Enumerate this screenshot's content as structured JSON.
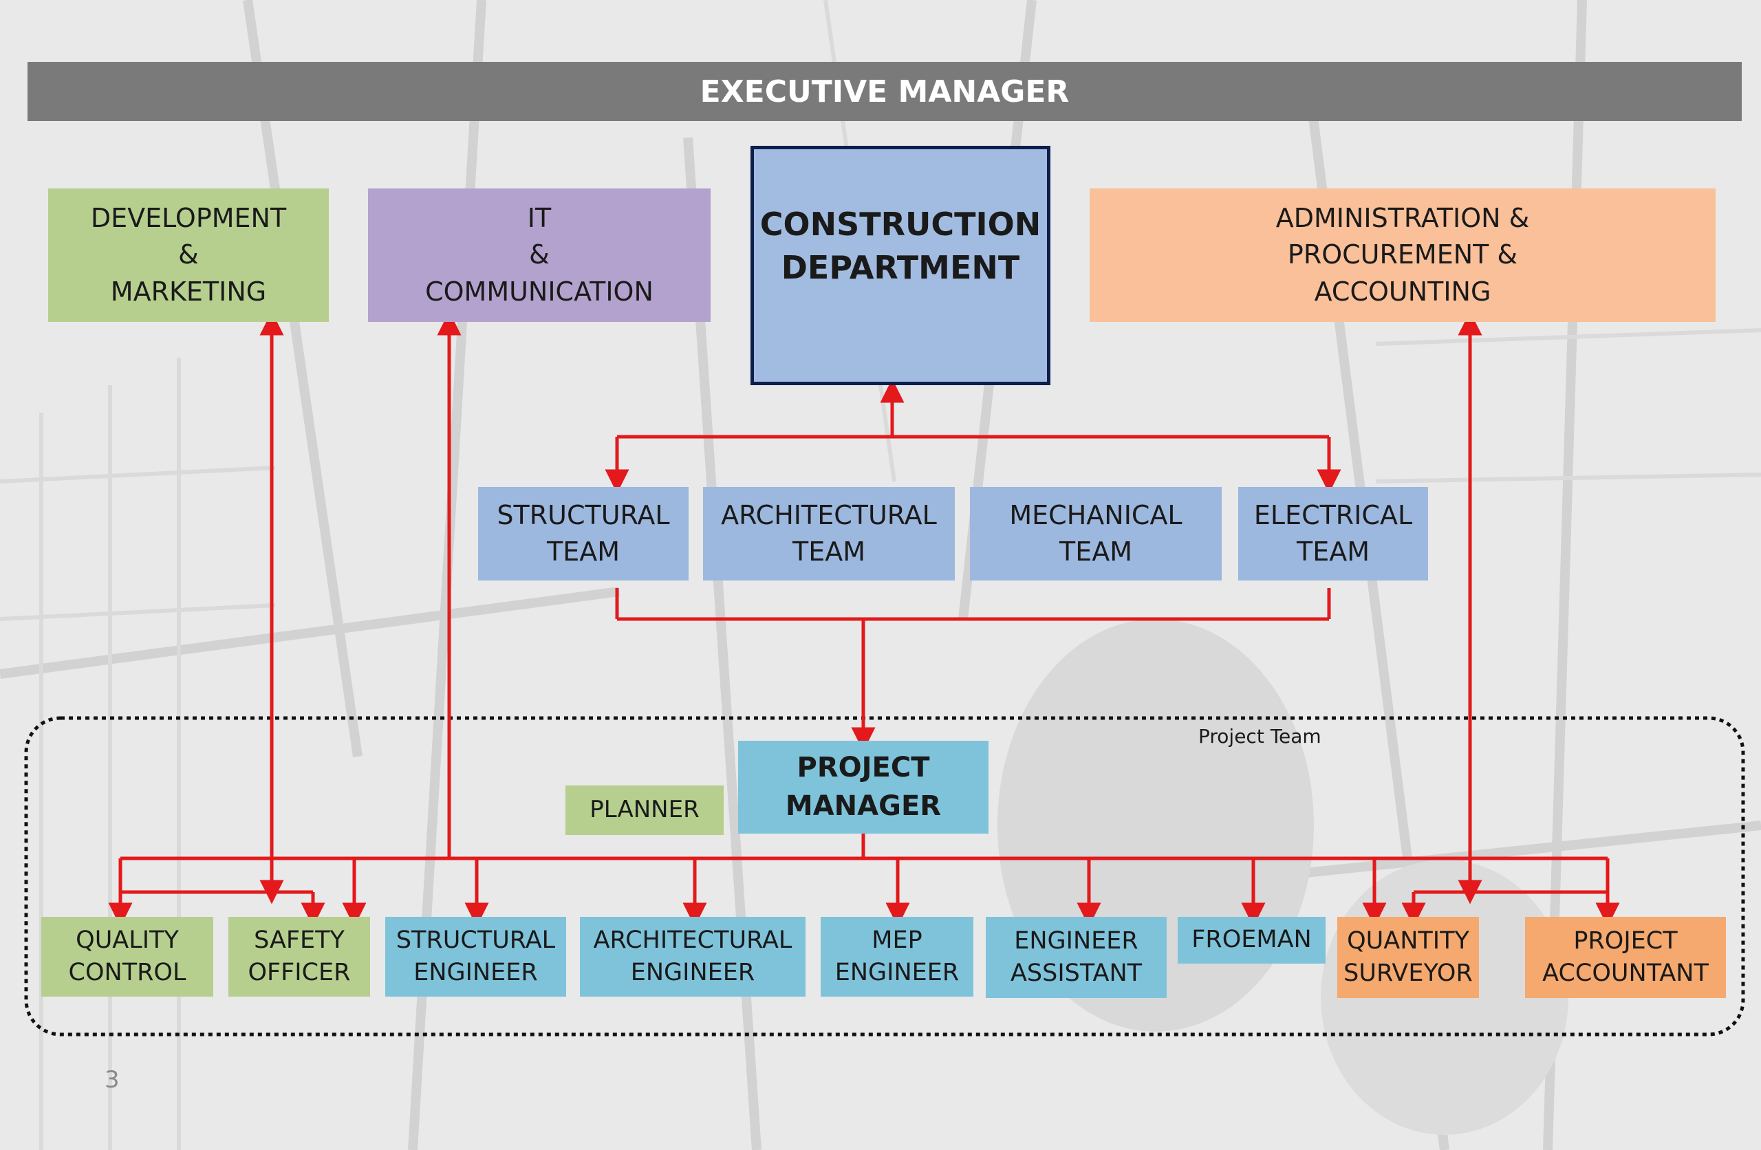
{
  "executive": "EXECUTIVE MANAGER",
  "departments": {
    "dev": [
      "DEVELOPMENT",
      "&",
      "MARKETING"
    ],
    "it": [
      "IT",
      "&",
      "COMMUNICATION"
    ],
    "construction": [
      "CONSTRUCTION",
      "DEPARTMENT"
    ],
    "admin": [
      "ADMINISTRATION &",
      "PROCUREMENT &",
      "ACCOUNTING"
    ]
  },
  "teams": {
    "structural": [
      "STRUCTURAL",
      "TEAM"
    ],
    "architectural": [
      "ARCHITECTURAL",
      "TEAM"
    ],
    "mechanical": [
      "MECHANICAL",
      "TEAM"
    ],
    "electrical": [
      "ELECTRICAL",
      "TEAM"
    ]
  },
  "project_team_label": "Project Team",
  "project_manager": [
    "PROJECT",
    "MANAGER"
  ],
  "planner": "PLANNER",
  "roles": {
    "quality": [
      "QUALITY",
      "CONTROL"
    ],
    "safety": [
      "SAFETY",
      "OFFICER"
    ],
    "structural_engineer": [
      "STRUCTURAL",
      "ENGINEER"
    ],
    "architectural_engineer": [
      "ARCHITECTURAL",
      "ENGINEER"
    ],
    "mep": [
      "MEP",
      "ENGINEER"
    ],
    "engineer_assistant": [
      "ENGINEER",
      "ASSISTANT"
    ],
    "foreman": [
      "FROEMAN"
    ],
    "quantity": [
      "QUANTITY",
      "SURVEYOR"
    ],
    "accountant": [
      "PROJECT",
      "ACCOUNTANT"
    ]
  },
  "page_number": "3",
  "colors": {
    "connector": "#e3191c",
    "green": "#b6cf8f",
    "purple": "#b3a2cd",
    "blue_dept": "#a1bce0",
    "blue_team": "#9db8df",
    "cyan": "#7fc3da",
    "orange": "#f9c099",
    "orange_role": "#f5a96f",
    "header": "#7a7a7a"
  }
}
